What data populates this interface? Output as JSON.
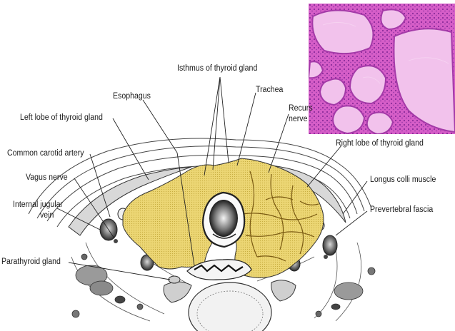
{
  "figure": {
    "labels": {
      "isthmus": "Isthmus of thyroid gland",
      "esophagus": "Esophagus",
      "trachea": "Trachea",
      "recurrent_nerve_line1": "Recurs",
      "recurrent_nerve_line2": "nerve",
      "left_lobe": "Left lobe of thyroid gland",
      "right_lobe": "Right lobe of thyroid gland",
      "common_carotid": "Common carotid artery",
      "vagus": "Vagus nerve",
      "jugular_line1": "Internal jugular",
      "jugular_line2": "vein",
      "longus_colli": "Longus colli muscle",
      "prevertebral": "Prevertebral fascia",
      "parathyroid": "Parathyroid gland"
    },
    "colors": {
      "thyroid_fill": "#ecd674",
      "thyroid_vessels": "#7a5a12",
      "stain_background": "#d65ec8",
      "colloid": "#f2c2ec",
      "nuclei": "#8a2a9a"
    }
  }
}
